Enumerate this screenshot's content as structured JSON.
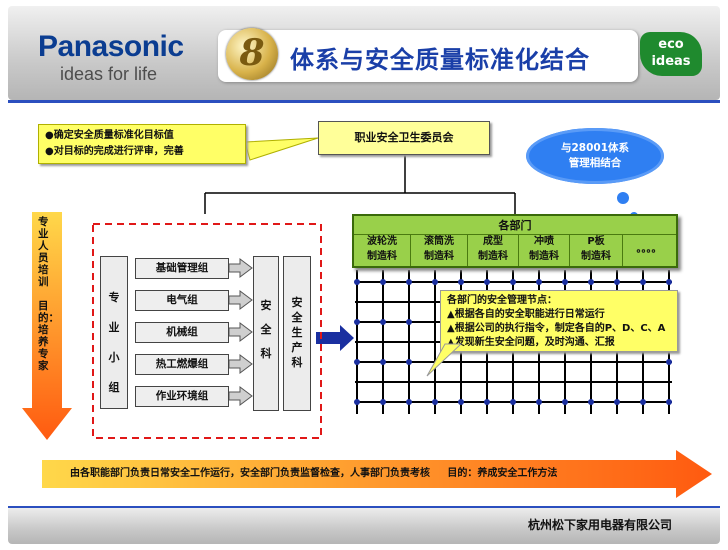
{
  "header": {
    "brand": "Panasonic",
    "tagline": "ideas for life",
    "number_badge": "8",
    "title": "体系与安全质量标准化结合",
    "eco_line1": "eco",
    "eco_line2": "ideas"
  },
  "callout_goals": [
    "●确定安全质量标准化目标值",
    "●对目标的完成进行评审，完善"
  ],
  "committee": "职业安全卫生委员会",
  "cloud_line1": "与28001体系",
  "cloud_line2": "管理相结合",
  "left_arrow": {
    "line1": "专业人员培训",
    "line2": "目的：培养专家"
  },
  "professional_group": [
    "专",
    "业",
    "小",
    "组"
  ],
  "sub_groups": [
    "基础管理组",
    "电气组",
    "机械组",
    "热工燃爆组",
    "作业环境组"
  ],
  "safety_dept": [
    "安",
    "全",
    "科"
  ],
  "safety_prod_dept": [
    "安",
    "全",
    "生",
    "产",
    "科"
  ],
  "departments": {
    "title": "各部门",
    "items": [
      {
        "line1": "波轮洗",
        "line2": "制造科"
      },
      {
        "line1": "滚筒洗",
        "line2": "制造科"
      },
      {
        "line1": "成型",
        "line2": "制造科"
      },
      {
        "line1": "冲喷",
        "line2": "制造科"
      },
      {
        "line1": "P板",
        "line2": "制造科"
      }
    ],
    "more": "。。。。"
  },
  "dept_note": {
    "title": "各部门的安全管理节点：",
    "items": [
      "▲根据各自的安全职能进行日常运行",
      "▲根据公司的执行指令，制定各自的P、D、C、A",
      "▲发现新生安全问题，及时沟通、汇报"
    ]
  },
  "bottom_arrow": "由各职能部门负责日常安全工作运行，安全部门负责监督检查，人事部门负责考核     目的：养成安全工作方法",
  "footer": "杭州松下家用电器有限公司",
  "colors": {
    "panasonic_blue": "#0b3d91",
    "title_blue": "#1a3fa8",
    "callout_yellow": "#ffff66",
    "dept_green": "#99d04a",
    "arrow_orange": "#ff6a1a",
    "cloud_blue": "#2f7ff2"
  }
}
